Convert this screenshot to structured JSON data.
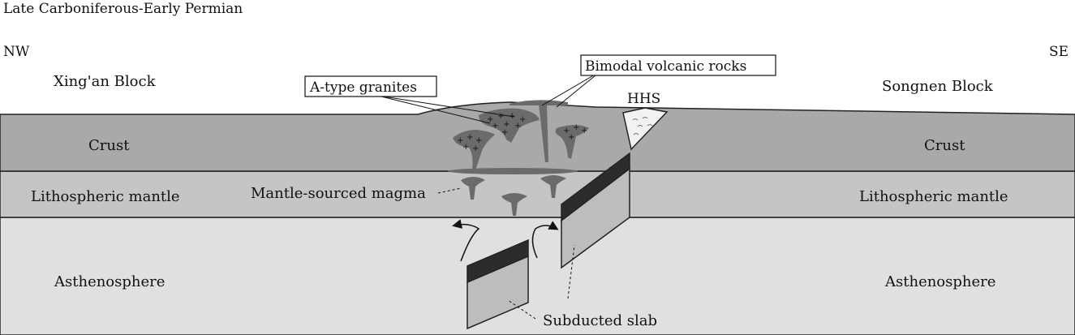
{
  "title": "Late Carboniferous-Early Permian",
  "orientation": {
    "left": "NW",
    "right": "SE"
  },
  "blocks": {
    "left": "Xing'an Block",
    "right": "Songnen Block"
  },
  "layers": {
    "crust_left": "Crust",
    "crust_right": "Crust",
    "mantle_left": "Lithospheric mantle",
    "mantle_right": "Lithospheric mantle",
    "asthenosphere_left": "Asthenosphere",
    "asthenosphere_right": "Asthenosphere"
  },
  "annotations": {
    "a_type_granites": "A-type  granites",
    "bimodal_volcanic_rocks": "Bimodal volcanic rocks",
    "hhs": "HHS",
    "mantle_sourced_magma": "Mantle-sourced magma",
    "subducted_slab": "Subducted slab"
  },
  "colors": {
    "crust": "#a9a9a9",
    "lithospheric_mantle": "#c5c5c5",
    "asthenosphere": "#e0e0e0",
    "magma": "#6b6b6b",
    "slab_top": "#2c2c2c",
    "slab_body": "#bdbdbd",
    "hhs_fill": "#f2f2f2"
  }
}
